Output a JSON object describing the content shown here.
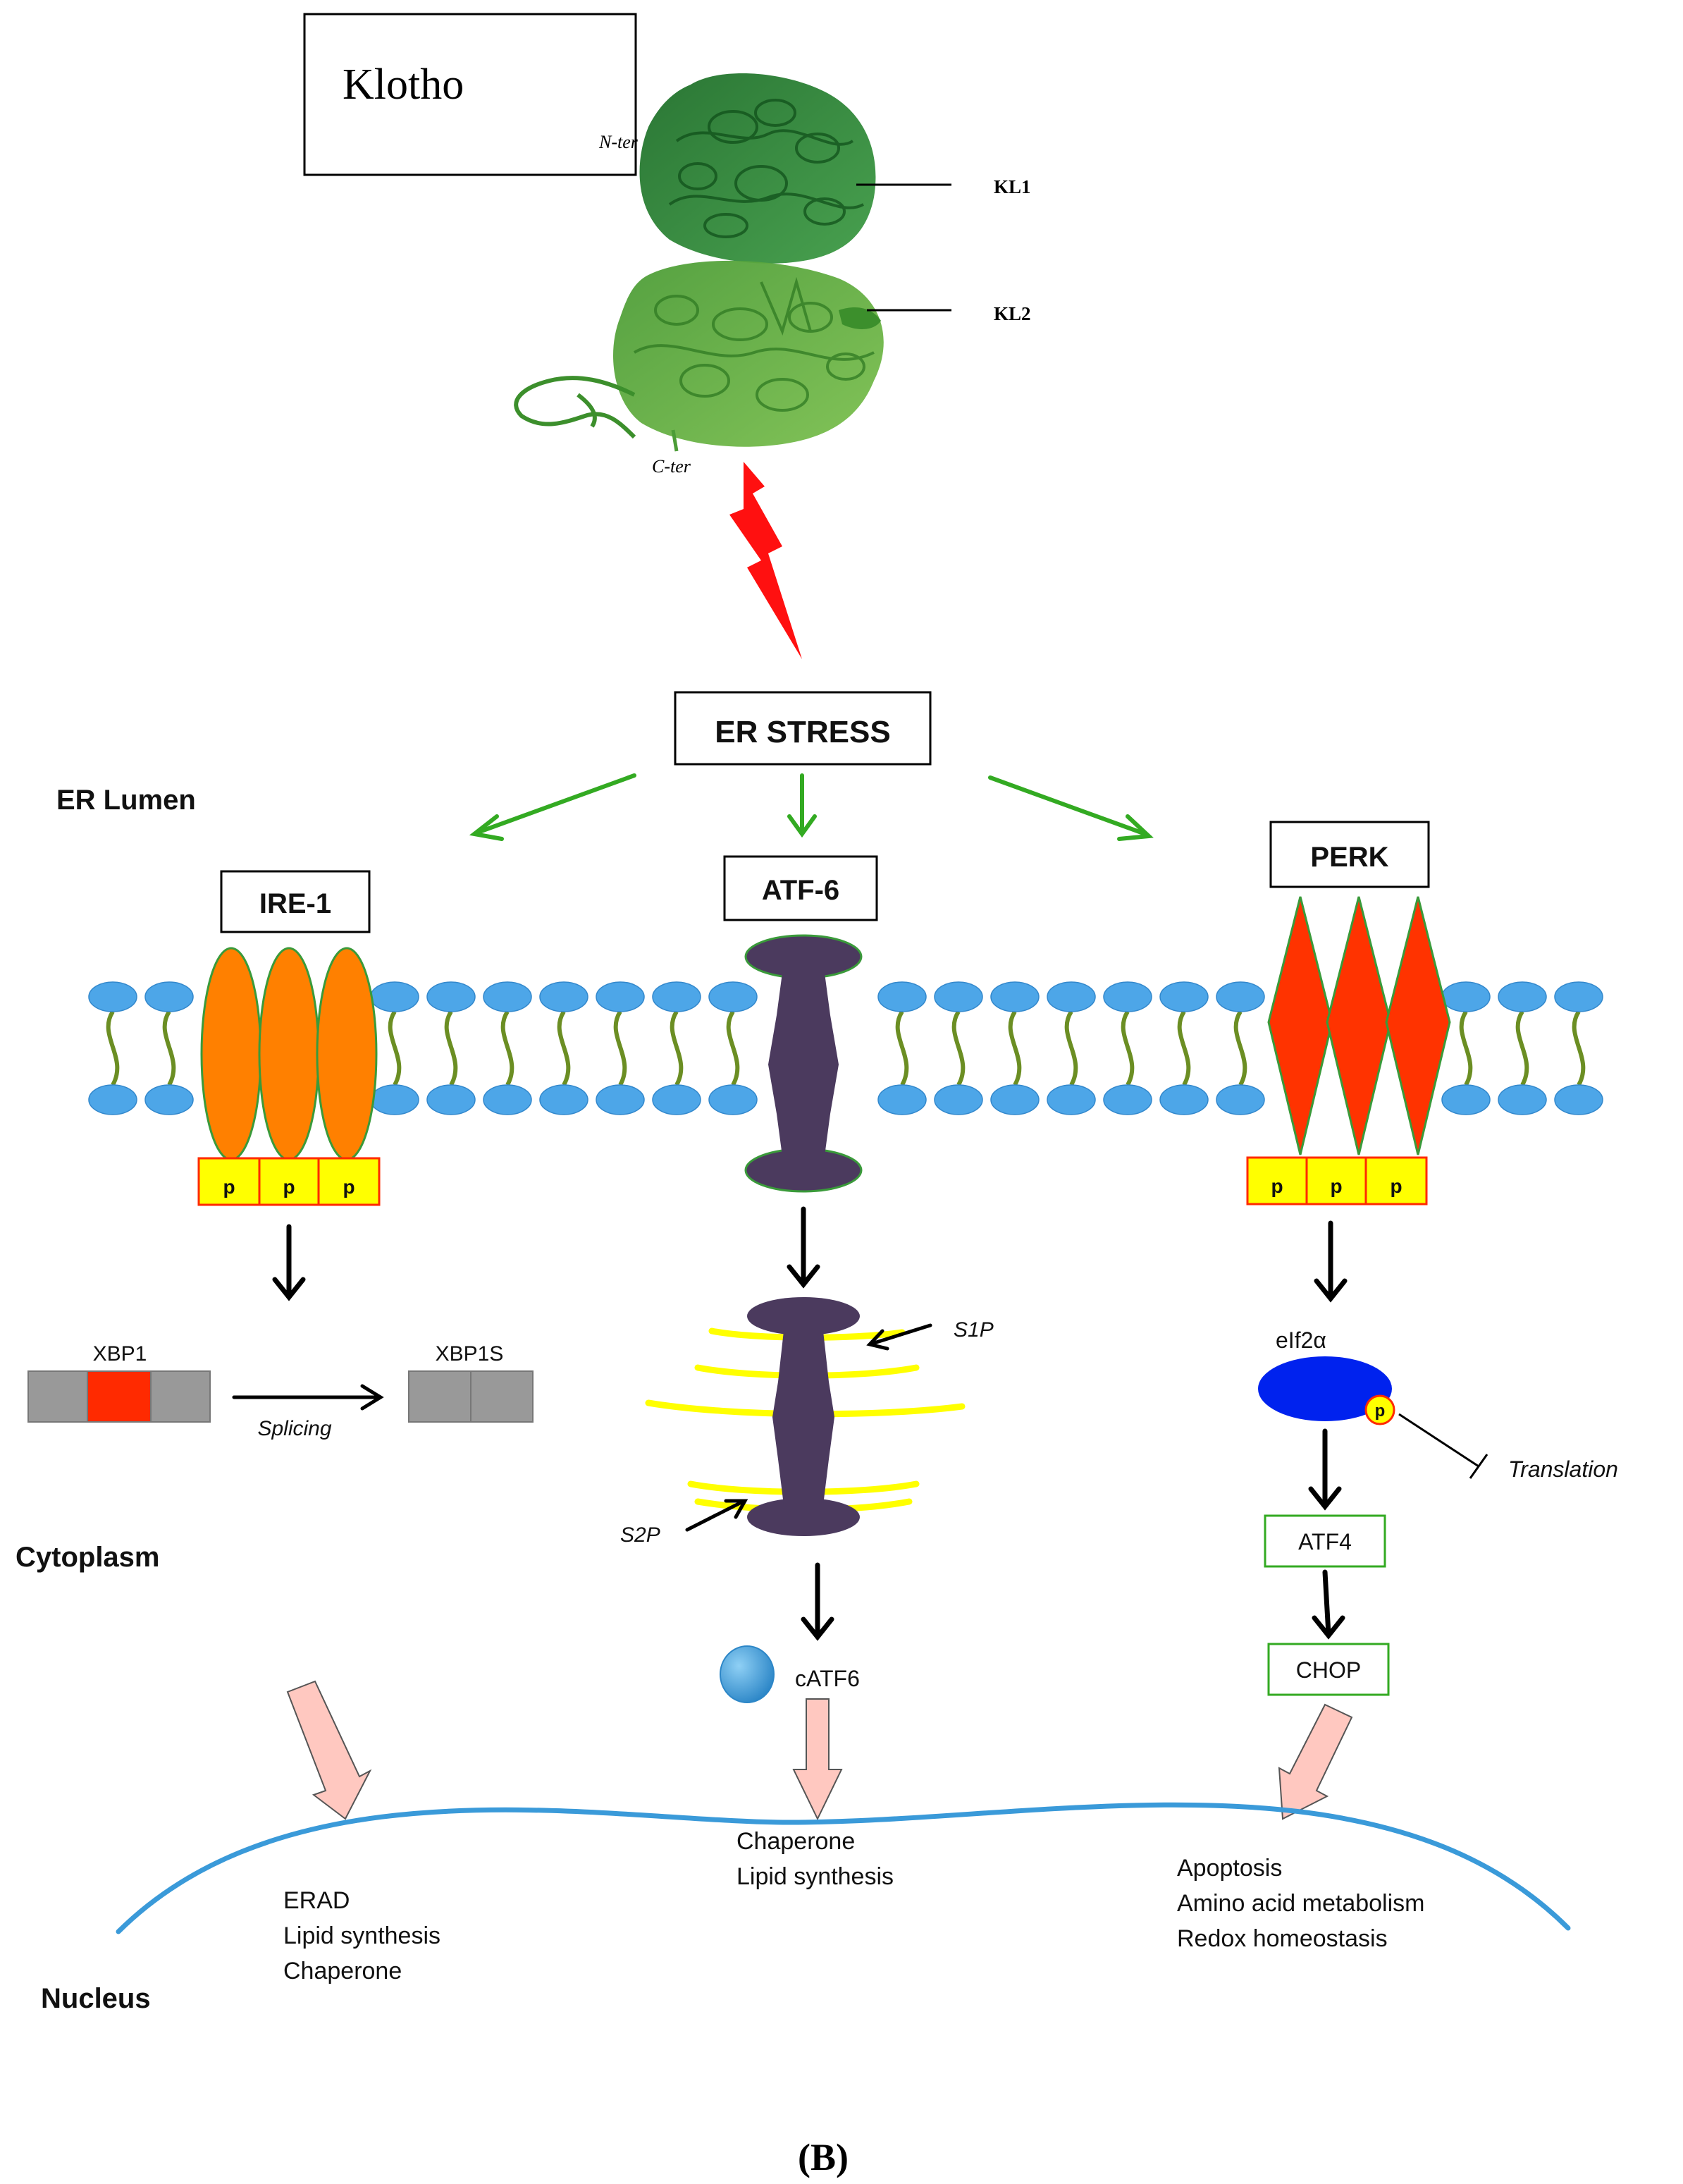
{
  "klotho": {
    "title": "Klotho",
    "n_ter": "N-ter",
    "c_ter": "C-ter",
    "domain1": "KL1",
    "domain2": "KL2",
    "colors": {
      "kl1": "#2e8b3a",
      "kl2": "#5aaa3c"
    }
  },
  "er_stress": {
    "label": "ER STRESS"
  },
  "regions": {
    "lumen": "ER Lumen",
    "cytoplasm": "Cytoplasm",
    "nucleus": "Nucleus"
  },
  "ire1": {
    "label": "IRE-1",
    "phospho": [
      "p",
      "p",
      "p"
    ],
    "xbp1": "XBP1",
    "xbp1s": "XBP1S",
    "splicing": "Splicing",
    "nucleus_outputs": [
      "ERAD",
      "Lipid synthesis",
      "Chaperone"
    ]
  },
  "atf6": {
    "label": "ATF-6",
    "s1p": "S1P",
    "s2p": "S2P",
    "catf6": "cATF6",
    "nucleus_outputs": [
      "Chaperone",
      "Lipid synthesis"
    ]
  },
  "perk": {
    "label": "PERK",
    "phospho": [
      "p",
      "p",
      "p"
    ],
    "eif2a": "eIf2α",
    "eif2a_p": "p",
    "translation": "Translation",
    "atf4": "ATF4",
    "chop": "CHOP",
    "nucleus_outputs": [
      "Apoptosis",
      "Amino acid metabolism",
      "Redox homeostasis"
    ]
  },
  "panel_label": "(B)",
  "colors": {
    "green_arrow": "#33aa22",
    "lightning": "#ff1010",
    "lipid_head": "#4da6e8",
    "lipid_tail": "#6b8e23",
    "ire1": "#ff8000",
    "atf6": "#4b3a5e",
    "perk": "#ff3300",
    "phospho_box": "#ffff00",
    "golgi": "#ffff00",
    "xbp1_red": "#ff2a00",
    "xbp1_gray": "#999999",
    "eif2a": "#0022ee",
    "catf6": "#4aa3dc",
    "nucleus_arc": "#3a9ad9",
    "pink_arrow": "#ffc8c0"
  }
}
